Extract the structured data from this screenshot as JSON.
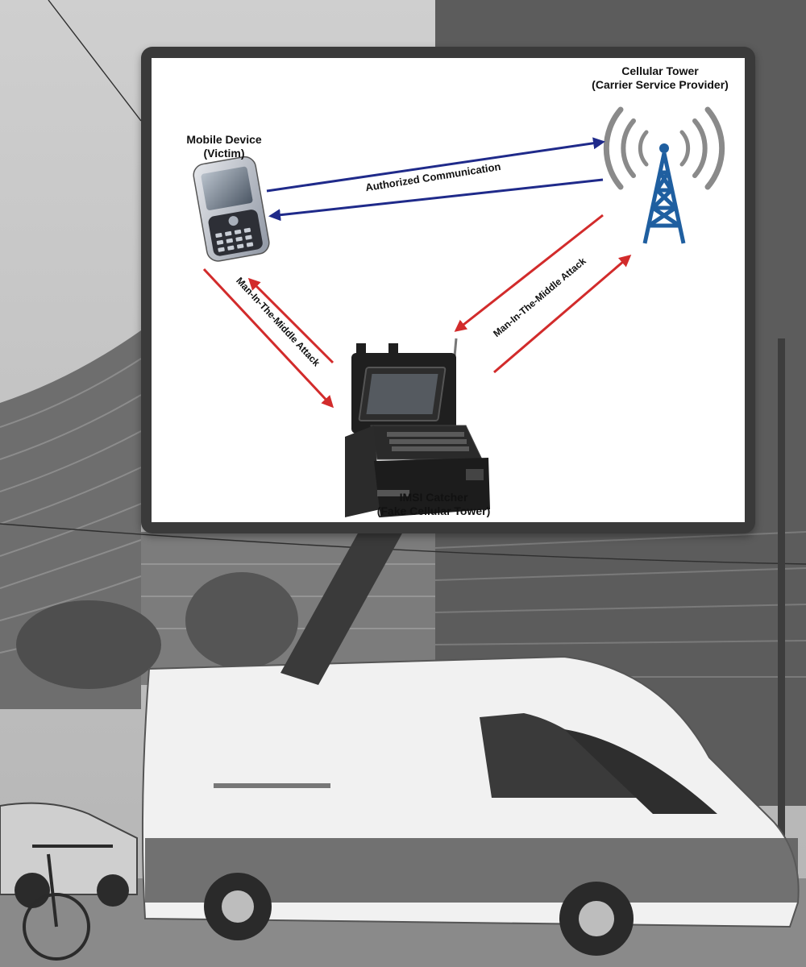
{
  "diagram": {
    "nodes": {
      "mobile": {
        "title": "Mobile Device",
        "subtitle": "(Victim)",
        "icon": "mobile-phone-icon"
      },
      "tower": {
        "title": "Cellular Tower",
        "subtitle": "(Carrier Service Provider)",
        "icon": "cell-tower-icon"
      },
      "imsi": {
        "title": "IMSI Catcher",
        "subtitle": "(Fake Cellular Tower)",
        "icon": "laptop-case-icon"
      }
    },
    "edges": {
      "authorized": "Authorized Communication",
      "mitm_left": "Man-In-The-Middle Attack",
      "mitm_right": "Man-In-The-Middle Attack"
    },
    "colors": {
      "authorized": "#1f2a8a",
      "attack": "#d22b2b",
      "tower": "#1f5fa0",
      "signal": "#8a8a8a",
      "callout": "#3a3a3a"
    }
  }
}
